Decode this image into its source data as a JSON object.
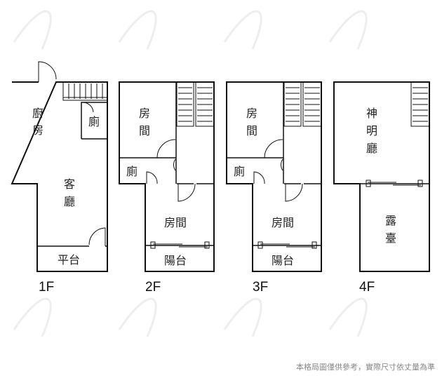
{
  "floors": [
    {
      "label": "1F",
      "rooms": [
        "廚",
        "房",
        "廁",
        "客",
        "廳",
        "平台"
      ]
    },
    {
      "label": "2F",
      "rooms": [
        "房",
        "間",
        "廁",
        "房間",
        "陽台"
      ]
    },
    {
      "label": "3F",
      "rooms": [
        "房",
        "間",
        "廁",
        "房間",
        "陽台"
      ]
    },
    {
      "label": "4F",
      "rooms": [
        "神",
        "明",
        "廳",
        "露",
        "臺"
      ]
    }
  ],
  "disclaimer": "本格局圖僅供參考，實際尺寸依丈量為準"
}
